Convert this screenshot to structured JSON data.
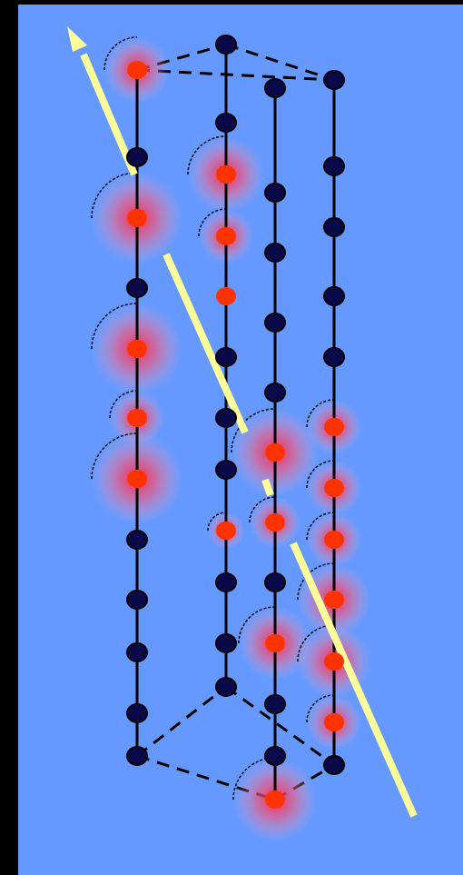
{
  "colors": {
    "background": "#000000",
    "panel": "#6699ff",
    "chain": "#000000",
    "node_fill": "#0a0a4a",
    "excited_node": "#ff3300",
    "glow": "#ff3344",
    "arrow": "#ffff99"
  },
  "icons": {
    "dark_node": "ground-state-atom-icon",
    "excited_node": "excited-atom-icon",
    "arrow": "propagation-arrow-icon"
  },
  "chains": [
    {
      "id": "chain-1",
      "nodes": [
        "e",
        "d",
        "e",
        "d",
        "e",
        "e",
        "e",
        "d",
        "d",
        "d",
        "d",
        "d"
      ]
    },
    {
      "id": "chain-2",
      "nodes": [
        "d",
        "d",
        "e",
        "e",
        "e",
        "d",
        "d",
        "d",
        "e",
        "d",
        "d",
        "d"
      ]
    },
    {
      "id": "chain-3",
      "nodes": [
        "d",
        "d",
        "d",
        "d",
        "d",
        "e",
        "e",
        "d",
        "e",
        "d",
        "d",
        "e"
      ]
    },
    {
      "id": "chain-4",
      "nodes": [
        "d",
        "d",
        "d",
        "d",
        "d",
        "e",
        "e",
        "e",
        "e",
        "e",
        "e",
        "d"
      ]
    }
  ]
}
